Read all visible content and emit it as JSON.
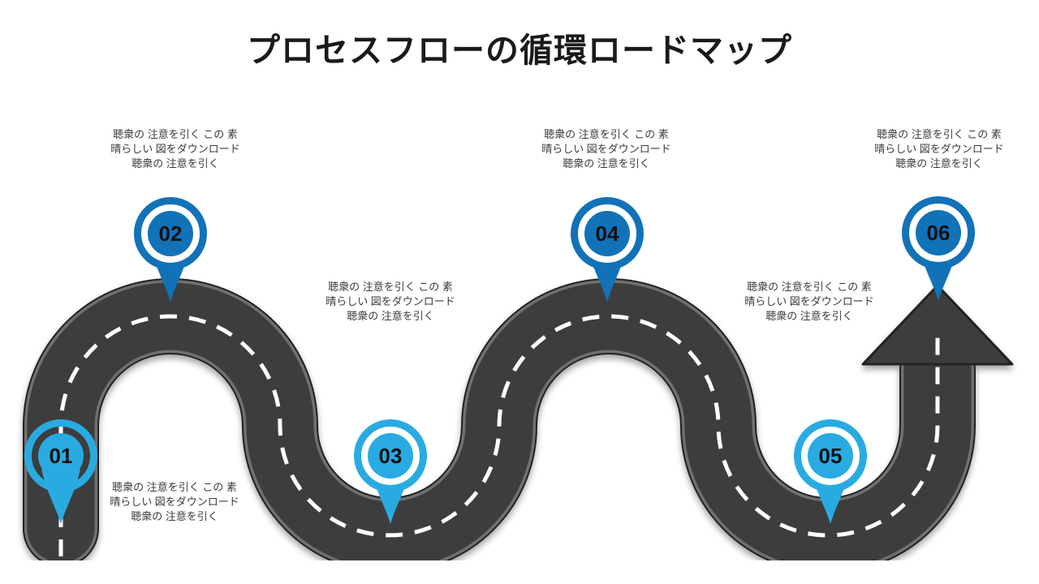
{
  "title": "プロセスフローの循環ロードマップ",
  "colors": {
    "pin_light_blue": "#29ABE2",
    "pin_dark_blue": "#1272B8",
    "road_surface": "#3E3E3E",
    "road_edge": "#232323",
    "road_bevel": "#6F6F6F",
    "center_dash": "#FFFFFF",
    "pin_number": "#111111",
    "title_text": "#1A1A1A",
    "note_text": "#3C3C3C"
  },
  "pins": [
    {
      "number": "01",
      "color": "#29ABE2"
    },
    {
      "number": "02",
      "color": "#1272B8"
    },
    {
      "number": "03",
      "color": "#29ABE2"
    },
    {
      "number": "04",
      "color": "#1272B8"
    },
    {
      "number": "05",
      "color": "#29ABE2"
    },
    {
      "number": "06",
      "color": "#1272B8"
    }
  ],
  "notes": [
    {
      "lines": [
        "聴衆の 注意を引く この 素",
        "晴らしい 図をダウンロード",
        "聴衆の 注意を引く"
      ]
    },
    {
      "lines": [
        "聴衆の 注意を引く この 素",
        "晴らしい 図をダウンロード",
        "聴衆の 注意を引く"
      ]
    },
    {
      "lines": [
        "聴衆の 注意を引く この 素",
        "晴らしい 図をダウンロード",
        "聴衆の 注意を引く"
      ]
    },
    {
      "lines": [
        "聴衆の 注意を引く この 素",
        "晴らしい 図をダウンロード",
        "聴衆の 注意を引く"
      ]
    },
    {
      "lines": [
        "聴衆の 注意を引く この 素",
        "晴らしい 図をダウンロード",
        "聴衆の 注意を引く"
      ]
    },
    {
      "lines": [
        "聴衆の 注意を引く この 素",
        "晴らしい 図をダウンロード",
        "聴衆の 注意を引く"
      ]
    }
  ]
}
